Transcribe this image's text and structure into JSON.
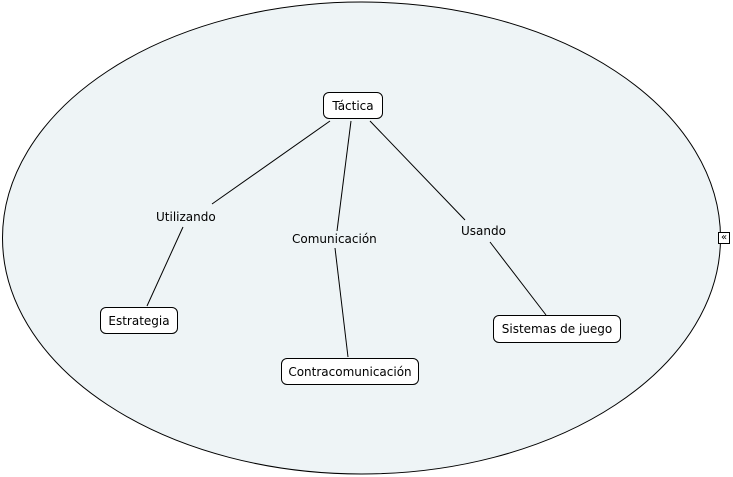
{
  "diagram": {
    "background_fill": "#eef4f6",
    "stroke_color": "#000000",
    "concepts": {
      "tactica": "Táctica",
      "estrategia": "Estrategia",
      "contracomunicacion": "Contracomunicación",
      "sistemas": "Sistemas de juego"
    },
    "links": {
      "utilizando": "Utilizando",
      "comunicacion": "Comunicación",
      "usando": "Usando"
    }
  },
  "controls": {
    "expand_icon": "double-chevron-left-icon",
    "expand_glyph": "«"
  }
}
